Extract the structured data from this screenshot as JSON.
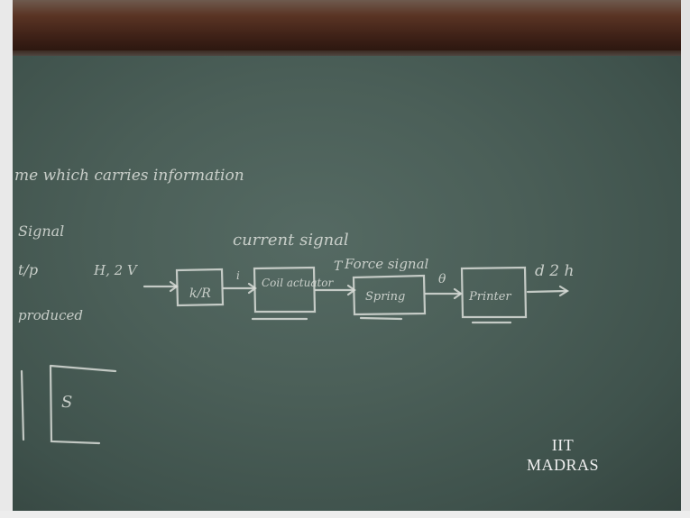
{
  "blackboard": {
    "line1": "me which carries information",
    "line2": "Signal",
    "line3": "t/p",
    "line4": "produced",
    "input_label": "H, 2 V",
    "block1_label": "k/R",
    "signal_i": "i",
    "block2_label": "Coil actuator",
    "current_signal": "current signal",
    "torque_label": "T",
    "force_signal": "Force signal",
    "block3_label": "Spring",
    "theta_label": "θ",
    "block4_label": "Printer",
    "output_label": "d 2 h",
    "box_s": "S"
  },
  "logo": {
    "line1": "IIT",
    "line2": "MADRAS"
  },
  "colors": {
    "chalk": "#d9ddd8",
    "board": "#4b5f58",
    "wood": "#5a3424"
  }
}
